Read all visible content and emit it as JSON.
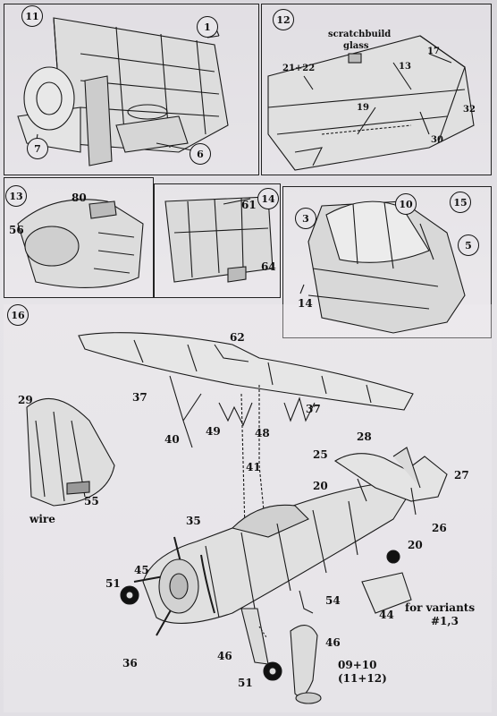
{
  "steps": {
    "s11": "11",
    "s12": "12",
    "s13": "13",
    "s14": "14",
    "s15": "15",
    "s16": "16"
  },
  "callouts": {
    "c1": "1",
    "c6": "6",
    "c7": "7",
    "c10": "10",
    "c3": "3",
    "c5": "5",
    "c14": "14"
  },
  "labels": {
    "scratchbuild": "scratchbuild",
    "glass": "glass",
    "p21_22": "21+22",
    "p13": "13",
    "p17": "17",
    "p19": "19",
    "p32": "32",
    "p30": "30",
    "p80": "80",
    "p56": "56",
    "p61": "61",
    "p64": "64",
    "p62": "62",
    "p29": "29",
    "p37a": "37",
    "p37b": "37",
    "p40": "40",
    "p49": "49",
    "p48": "48",
    "p41": "41",
    "p28": "28",
    "p25": "25",
    "p20a": "20",
    "p27": "27",
    "p26": "26",
    "p20b": "20",
    "p55": "55",
    "wire": "wire",
    "p35": "35",
    "p45": "45",
    "p51a": "51",
    "p36": "36",
    "p54": "54",
    "p44": "44",
    "variants1": "for variants",
    "variants2": "#1,3",
    "p46a": "46",
    "p46b": "46",
    "p51b": "51",
    "p0910": "09+10",
    "p1112": "(11+12)"
  }
}
